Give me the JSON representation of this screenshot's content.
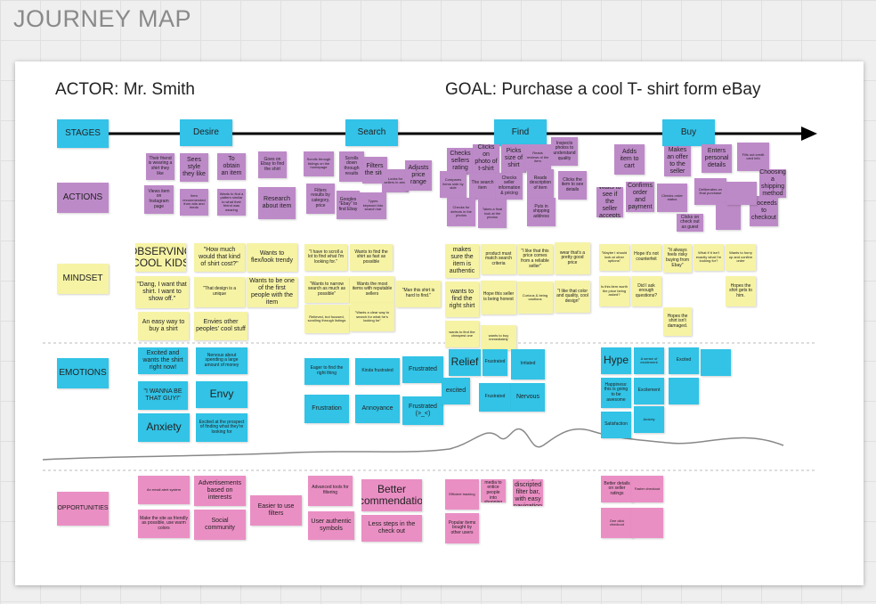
{
  "title": "JOURNEY MAP",
  "actor": "ACTOR: Mr. Smith",
  "goal": "GOAL: Purchase a cool T- shirt form eBay",
  "colors": {
    "stages": "#33c2e8",
    "actions": "#bd8ac8",
    "mindset": "#f6f3a5",
    "emotions": "#32c3e6",
    "opportunities": "#ea8fc4"
  },
  "rows": {
    "stages": "STAGES",
    "actions": "ACTIONS",
    "mindset": "MINDSET",
    "emotions": "EMOTIONS",
    "opportunities": "OPPORTUNITIES"
  },
  "stages": [
    "Desire",
    "Search",
    "Find",
    "Buy"
  ],
  "actions": [
    "Their friend is wearing a shirt they like",
    "Sees style they like",
    "To obtain an item",
    "Goes on Ebay to find the shirt",
    "Views item on Instagram page",
    "Item recommended from ads and feeds",
    "Wants to find a pattern similar to what their friend was wearing",
    "Research about item",
    "Scrolls through listings on the homepage",
    "Scrolls down through results",
    "Filters the site",
    "Looks for sellers in area",
    "Adjusts price range",
    "Filters results by category, price",
    "Googles \"Ebay\" to find Ebay",
    "Types keyword into search bar",
    "Checks sellers rating",
    "Clicks on photo of t-shirt",
    "Picks size of shirt",
    "Reads reviews of the item",
    "Inspects photos to understand quality",
    "Compares items side by side",
    "The search item",
    "Checks seller information & pricing",
    "Reads description of item",
    "Clicks the item to see details",
    "Checks for defects in the photos",
    "Takes a final look at the photos",
    "Puts in shipping address",
    "Adds item to cart",
    "Makes an offer to the seller",
    "Enters personal details",
    "Fills out credit card info",
    "Choosing a shipping method",
    "Waits to see if the seller accepts",
    "Confirms order and payment",
    "Checks order status",
    "Clicks on check out as guest",
    "Deliberates on final purchase",
    "Proceeds to checkout"
  ],
  "mindset": [
    "OBSERVING COOL KIDS",
    "\"How much would that kind of shirt cost?\"",
    "Wants to flex/look trendy",
    "\"I have to scroll a lot to find what I'm looking for.\"",
    "Wants to find the shirt as fast as possible",
    "\"Dang, I want that shirt. I want to show off.\"",
    "\"That design is a unique",
    "Wants to be one of the first people with the item",
    "\"Wants to narrow search as much as possible\"",
    "Wants the most items with reputable sellers",
    "\"Man this shirt is hard to find.\"",
    "An easy way to buy a shirt",
    "Envies other peoples' cool stuff",
    "Relieved, but focused, scrolling through listings",
    "\"Wants a clear way to search for what he's looking for\"",
    "makes sure the item is authentic",
    "product must match search criteria",
    "\"I like that this price comes from a reliable seller\"",
    "wear that's a pretty good price",
    "wants to find the right shirt",
    "Hope this seller is being honest",
    "Curious & being cautious",
    "\"I like that color and quality, cool design\"",
    "wants to find the cheapest one",
    "wants to buy immediately",
    "\"Maybe I should look at other options\"",
    "Hope it's not counterfeit",
    "\"It always feels risky buying from Ebay\"",
    "What if it isn't exactly what I'm looking for?",
    "Wants to hurry up and confirm order",
    "Is this item worth the price being asked?",
    "Did I ask enough questions?",
    "Hopes the shirt gets to him.",
    "Hopes the shirt isn't damaged."
  ],
  "emotions": [
    "Excited and wants the shirt right now!",
    "Nervous about spending a large amount of money",
    "\"I WANNA BE THAT GUY!\"",
    "Envy",
    "Anxiety",
    "Excited at the prospect of finding what they're looking for",
    "Eager to find the right thing",
    "Kinda frustrated",
    "Frustrated",
    "Frustration",
    "Annoyance",
    "Frustrated (>_<)",
    "Relief",
    "Frustrated",
    "Irritated",
    "excited",
    "Frustrated",
    "Nervous",
    "Hype",
    "A sense of excitement",
    "Happiness: this is going to be awesome",
    "Excitement",
    "Satisfaction",
    "Anxiety",
    "Excited"
  ],
  "opportunities": [
    "An email alert system",
    "Advertisements based on interests",
    "Make the site as friendly as possible, use warm colors",
    "Social community",
    "Easier to use filters",
    "Advanced tools for filtering",
    "Better recommendations",
    "User authentic symbols",
    "Less steps in the check out",
    "Efficient tracking",
    "Use social media to entice people into shopping",
    "Easy discripted filter bar, with easy navigation",
    "Popular items bought by other users",
    "Better details on seller ratings",
    "Faster checkout",
    "One click checkout"
  ]
}
